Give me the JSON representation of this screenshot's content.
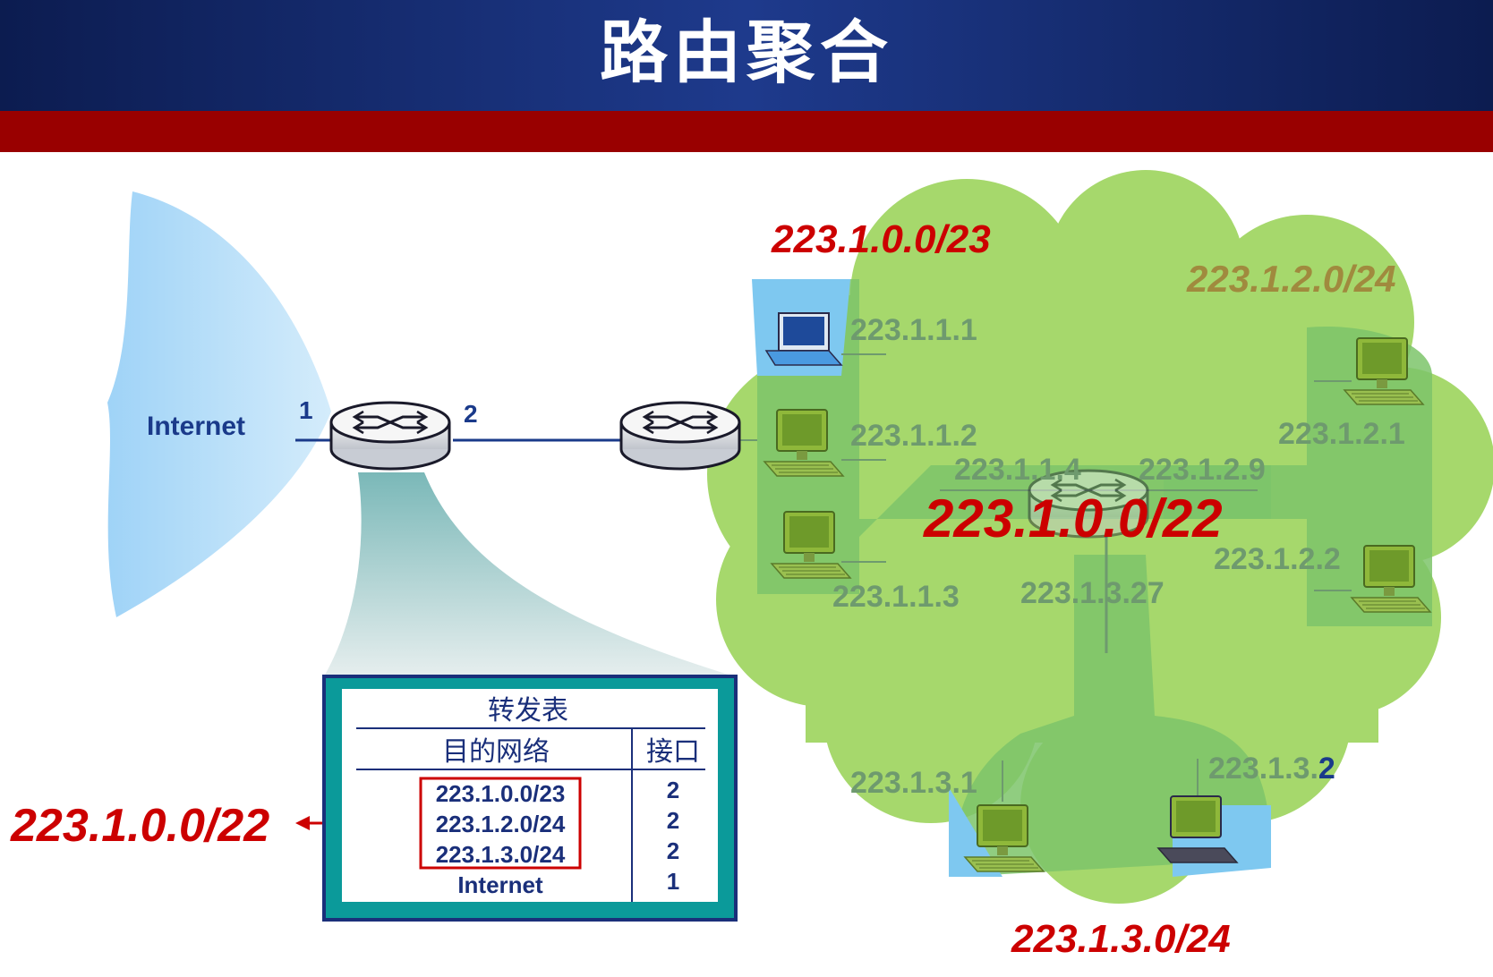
{
  "title": "路由聚合",
  "internet": {
    "label": "Internet",
    "interface_1": "1",
    "interface_2": "2"
  },
  "subnet_labels": {
    "block_23": "223.1.0.0/23",
    "net_2": "223.1.2.0/24",
    "aggregate_center": "223.1.0.0/22",
    "net_3": "223.1.3.0/24",
    "aggregate_left": "223.1.0.0/22"
  },
  "hosts": {
    "h111": "223.1.1.1",
    "h112": "223.1.1.2",
    "h113": "223.1.1.3",
    "h114": "223.1.1.4",
    "h129": "223.1.2.9",
    "h121": "223.1.2.1",
    "h122": "223.1.2.2",
    "h1327": "223.1.3.27",
    "h131": "223.1.3.1",
    "h132_prefix": "223.1.3.",
    "h132_suffix": "2"
  },
  "forwarding_table": {
    "title": "转发表",
    "col_dest": "目的网络",
    "col_iface": "接口",
    "rows": [
      {
        "dest": "223.1.0.0/23",
        "iface": "2"
      },
      {
        "dest": "223.1.2.0/24",
        "iface": "2"
      },
      {
        "dest": "223.1.3.0/24",
        "iface": "2"
      },
      {
        "dest": "Internet",
        "iface": "1"
      }
    ]
  },
  "colors": {
    "title_bar": "#1e3a8c",
    "red_band": "#990000",
    "cloud_green": "#a6d86c",
    "subnet_green": "#7dc46a",
    "host_blue": "#7ec8f0",
    "internet_blue": "#b8e0fa",
    "red_label": "#cc0000",
    "navy_label": "#1a3a8a",
    "table_border": "#0b9a9a"
  }
}
